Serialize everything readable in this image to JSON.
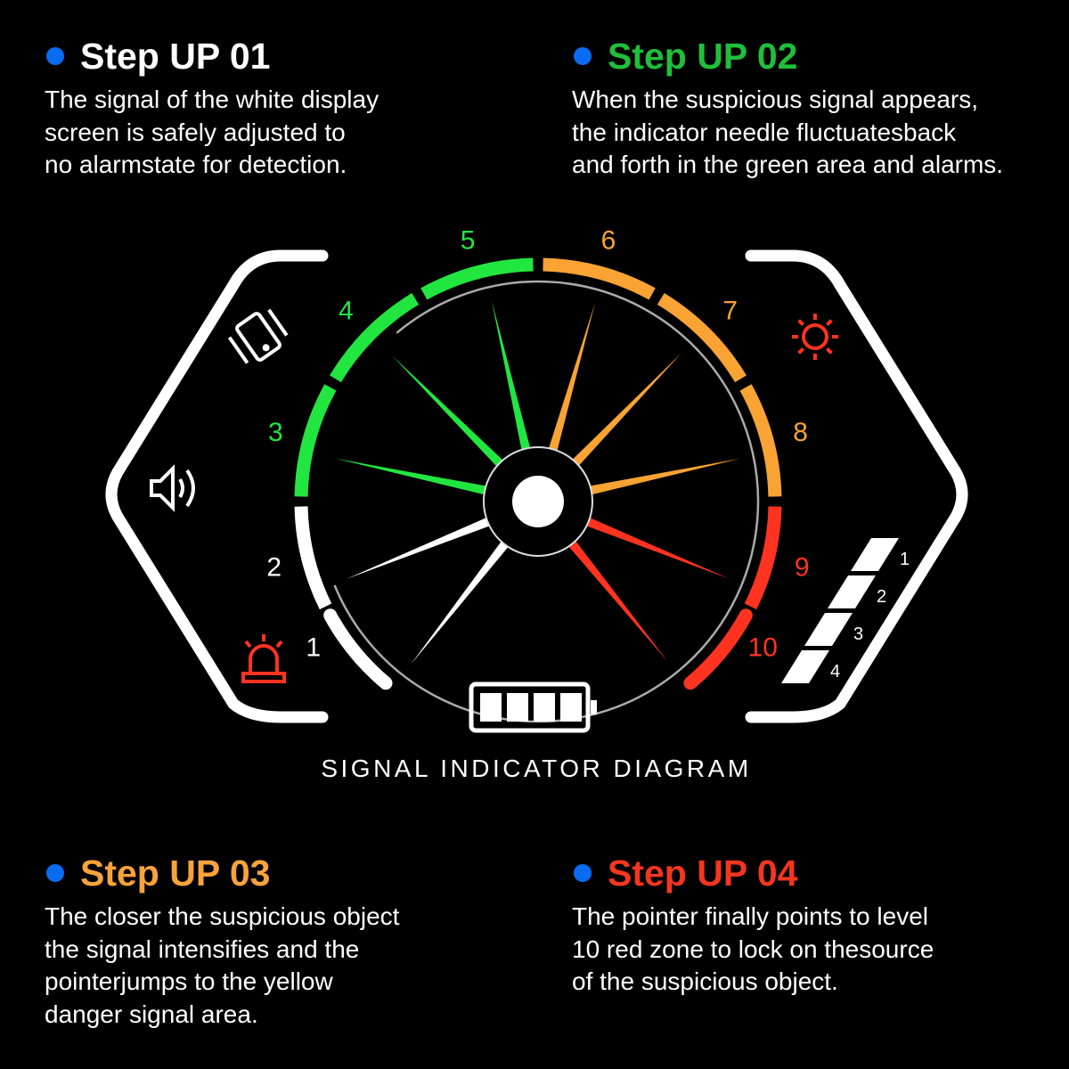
{
  "steps": [
    {
      "title": "Step UP 01",
      "body": "The signal of the white display\nscreen is safely adjusted to\nno alarmstate for detection.",
      "color": "#ffffff"
    },
    {
      "title": "Step UP 02",
      "body": "When the suspicious signal appears,\nthe indicator needle fluctuatesback\nand forth in the green area and alarms.",
      "color": "#1fbf3a"
    },
    {
      "title": "Step UP 03",
      "body": "The closer the suspicious object\nthe signal intensifies and the\npointerjumps to the yellow\ndanger signal area.",
      "color": "#f7a23a"
    },
    {
      "title": "Step UP 04",
      "body": "The pointer finally points to level\n10 red zone to lock on thesource\nof the suspicious object.",
      "color": "#f5361f"
    }
  ],
  "gauge": {
    "levels": [
      {
        "label": "1",
        "color": "#ffffff"
      },
      {
        "label": "2",
        "color": "#ffffff"
      },
      {
        "label": "3",
        "color": "#22e640"
      },
      {
        "label": "4",
        "color": "#22e640"
      },
      {
        "label": "5",
        "color": "#22e640"
      },
      {
        "label": "6",
        "color": "#f8a334"
      },
      {
        "label": "7",
        "color": "#f8a334"
      },
      {
        "label": "8",
        "color": "#f8a334"
      },
      {
        "label": "9",
        "color": "#ff3320"
      },
      {
        "label": "10",
        "color": "#ff3320"
      }
    ],
    "signal_bars": [
      "1",
      "2",
      "3",
      "4"
    ],
    "caption": "SIGNAL INDICATOR DIAGRAM"
  }
}
